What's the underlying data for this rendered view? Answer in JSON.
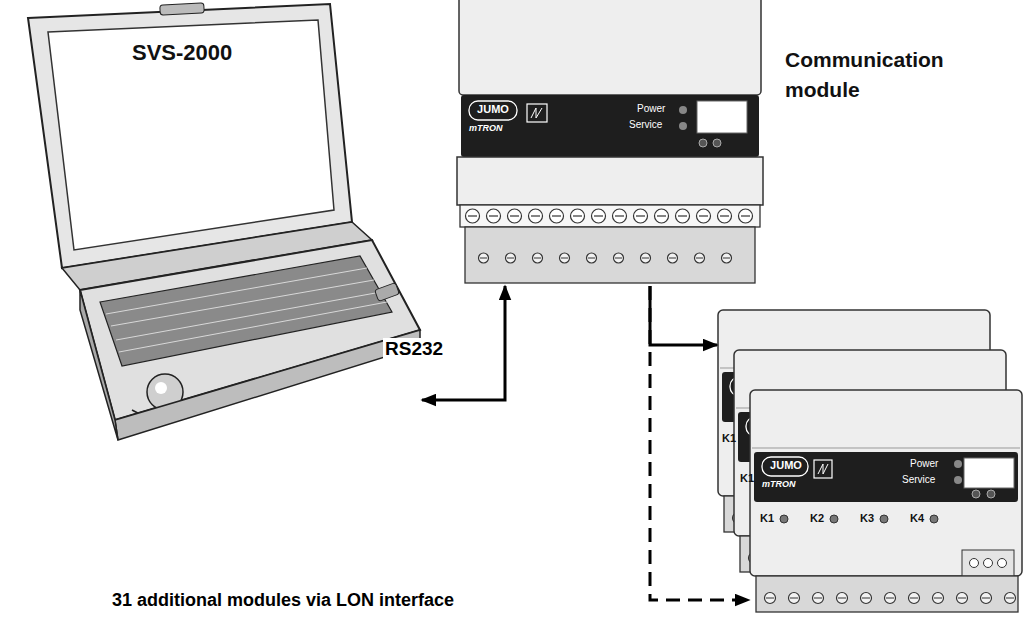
{
  "diagram": {
    "nodes": [
      {
        "text": [
          "SVS-2000"
        ]
      },
      {
        "text": [
          "Communication module",
          "JUMO",
          "mTRON",
          "Power",
          "Service"
        ]
      },
      {
        "text": [
          "K1"
        ]
      },
      {
        "text": [
          "K1"
        ]
      },
      {
        "text": [
          "JUMO",
          "mTRON",
          "Power",
          "Service",
          "K1",
          "K2",
          "K3",
          "K4"
        ]
      }
    ],
    "edges": [
      {
        "from": 0,
        "to": 1,
        "label": "RS232",
        "arrow": "both"
      },
      {
        "from": 1,
        "to": 2,
        "arrow": "to"
      },
      {
        "from": 1,
        "to": 4,
        "arrow": "to"
      }
    ],
    "labels": [
      "31 additional modules via LON interface"
    ]
  }
}
